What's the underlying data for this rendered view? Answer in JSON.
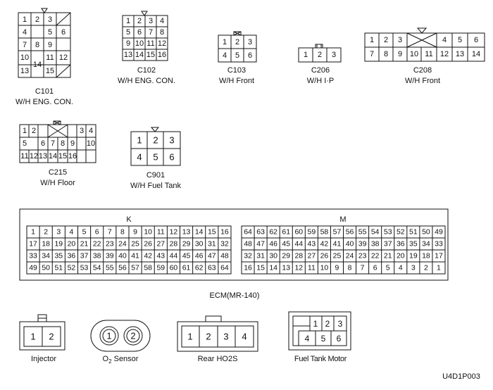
{
  "connectors": [
    {
      "id": "C101",
      "line1": "C101",
      "line2": "W/H ENG. CON."
    },
    {
      "id": "C102",
      "line1": "C102",
      "line2": "W/H ENG. CON."
    },
    {
      "id": "C103",
      "line1": "C103",
      "line2": "W/H Front"
    },
    {
      "id": "C206",
      "line1": "C206",
      "line2": "W/H I·P"
    },
    {
      "id": "C208",
      "line1": "C208",
      "line2": "W/H Front"
    },
    {
      "id": "C215",
      "line1": "C215",
      "line2": "W/H Floor"
    },
    {
      "id": "C901",
      "line1": "C901",
      "line2": "W/H Fuel Tank"
    }
  ],
  "ecm": {
    "title": "ECM(MR-140)",
    "section_k": "K",
    "section_m": "M",
    "k_rows": [
      [
        "1",
        "2",
        "3",
        "4",
        "5",
        "6",
        "7",
        "8",
        "9",
        "10",
        "11",
        "12",
        "13",
        "14",
        "15",
        "16"
      ],
      [
        "17",
        "18",
        "19",
        "20",
        "21",
        "22",
        "23",
        "24",
        "25",
        "26",
        "27",
        "28",
        "29",
        "30",
        "31",
        "32"
      ],
      [
        "33",
        "34",
        "35",
        "36",
        "37",
        "38",
        "39",
        "40",
        "41",
        "42",
        "43",
        "44",
        "45",
        "46",
        "47",
        "48"
      ],
      [
        "49",
        "50",
        "51",
        "52",
        "53",
        "54",
        "55",
        "56",
        "57",
        "58",
        "59",
        "60",
        "61",
        "62",
        "63",
        "64"
      ]
    ],
    "m_rows": [
      [
        "64",
        "63",
        "62",
        "61",
        "60",
        "59",
        "58",
        "57",
        "56",
        "55",
        "54",
        "53",
        "52",
        "51",
        "50",
        "49"
      ],
      [
        "48",
        "47",
        "46",
        "45",
        "44",
        "43",
        "42",
        "41",
        "40",
        "39",
        "38",
        "37",
        "36",
        "35",
        "34",
        "33"
      ],
      [
        "32",
        "31",
        "30",
        "29",
        "28",
        "27",
        "26",
        "25",
        "24",
        "23",
        "22",
        "21",
        "20",
        "19",
        "18",
        "17"
      ],
      [
        "16",
        "15",
        "14",
        "13",
        "12",
        "11",
        "10",
        "9",
        "8",
        "7",
        "6",
        "5",
        "4",
        "3",
        "2",
        "1"
      ]
    ]
  },
  "components": {
    "injector": "Injector",
    "o2_prefix": "O",
    "o2_sub": "2",
    "o2_suffix": " Sensor",
    "rear_ho2s": "Rear HO2S",
    "fuel_tank_motor": "Fuel Tank Motor"
  },
  "pins": {
    "c101": [
      "1",
      "2",
      "3",
      "4",
      "5",
      "6",
      "7",
      "8",
      "9",
      "10",
      "11",
      "12",
      "13",
      "14",
      "15"
    ],
    "c102": [
      "1",
      "2",
      "3",
      "4",
      "5",
      "6",
      "7",
      "8",
      "9",
      "10",
      "11",
      "12",
      "13",
      "14",
      "15",
      "16"
    ],
    "c103": [
      "1",
      "2",
      "3",
      "4",
      "5",
      "6"
    ],
    "c206": [
      "1",
      "2",
      "3"
    ],
    "c208": [
      "1",
      "2",
      "3",
      "4",
      "5",
      "6",
      "7",
      "8",
      "9",
      "10",
      "11",
      "12",
      "13",
      "14"
    ],
    "c215": [
      "1",
      "2",
      "3",
      "4",
      "5",
      "6",
      "7",
      "8",
      "9",
      "10",
      "11",
      "12",
      "13",
      "14",
      "15",
      "16"
    ],
    "c901": [
      "1",
      "2",
      "3",
      "4",
      "5",
      "6"
    ],
    "injector": [
      "1",
      "2"
    ],
    "o2": [
      "1",
      "2"
    ],
    "rear_ho2s": [
      "1",
      "2",
      "3",
      "4"
    ],
    "fuel_tank_motor": [
      "1",
      "2",
      "3",
      "4",
      "5",
      "6"
    ]
  },
  "figure_code": "U4D1P003"
}
